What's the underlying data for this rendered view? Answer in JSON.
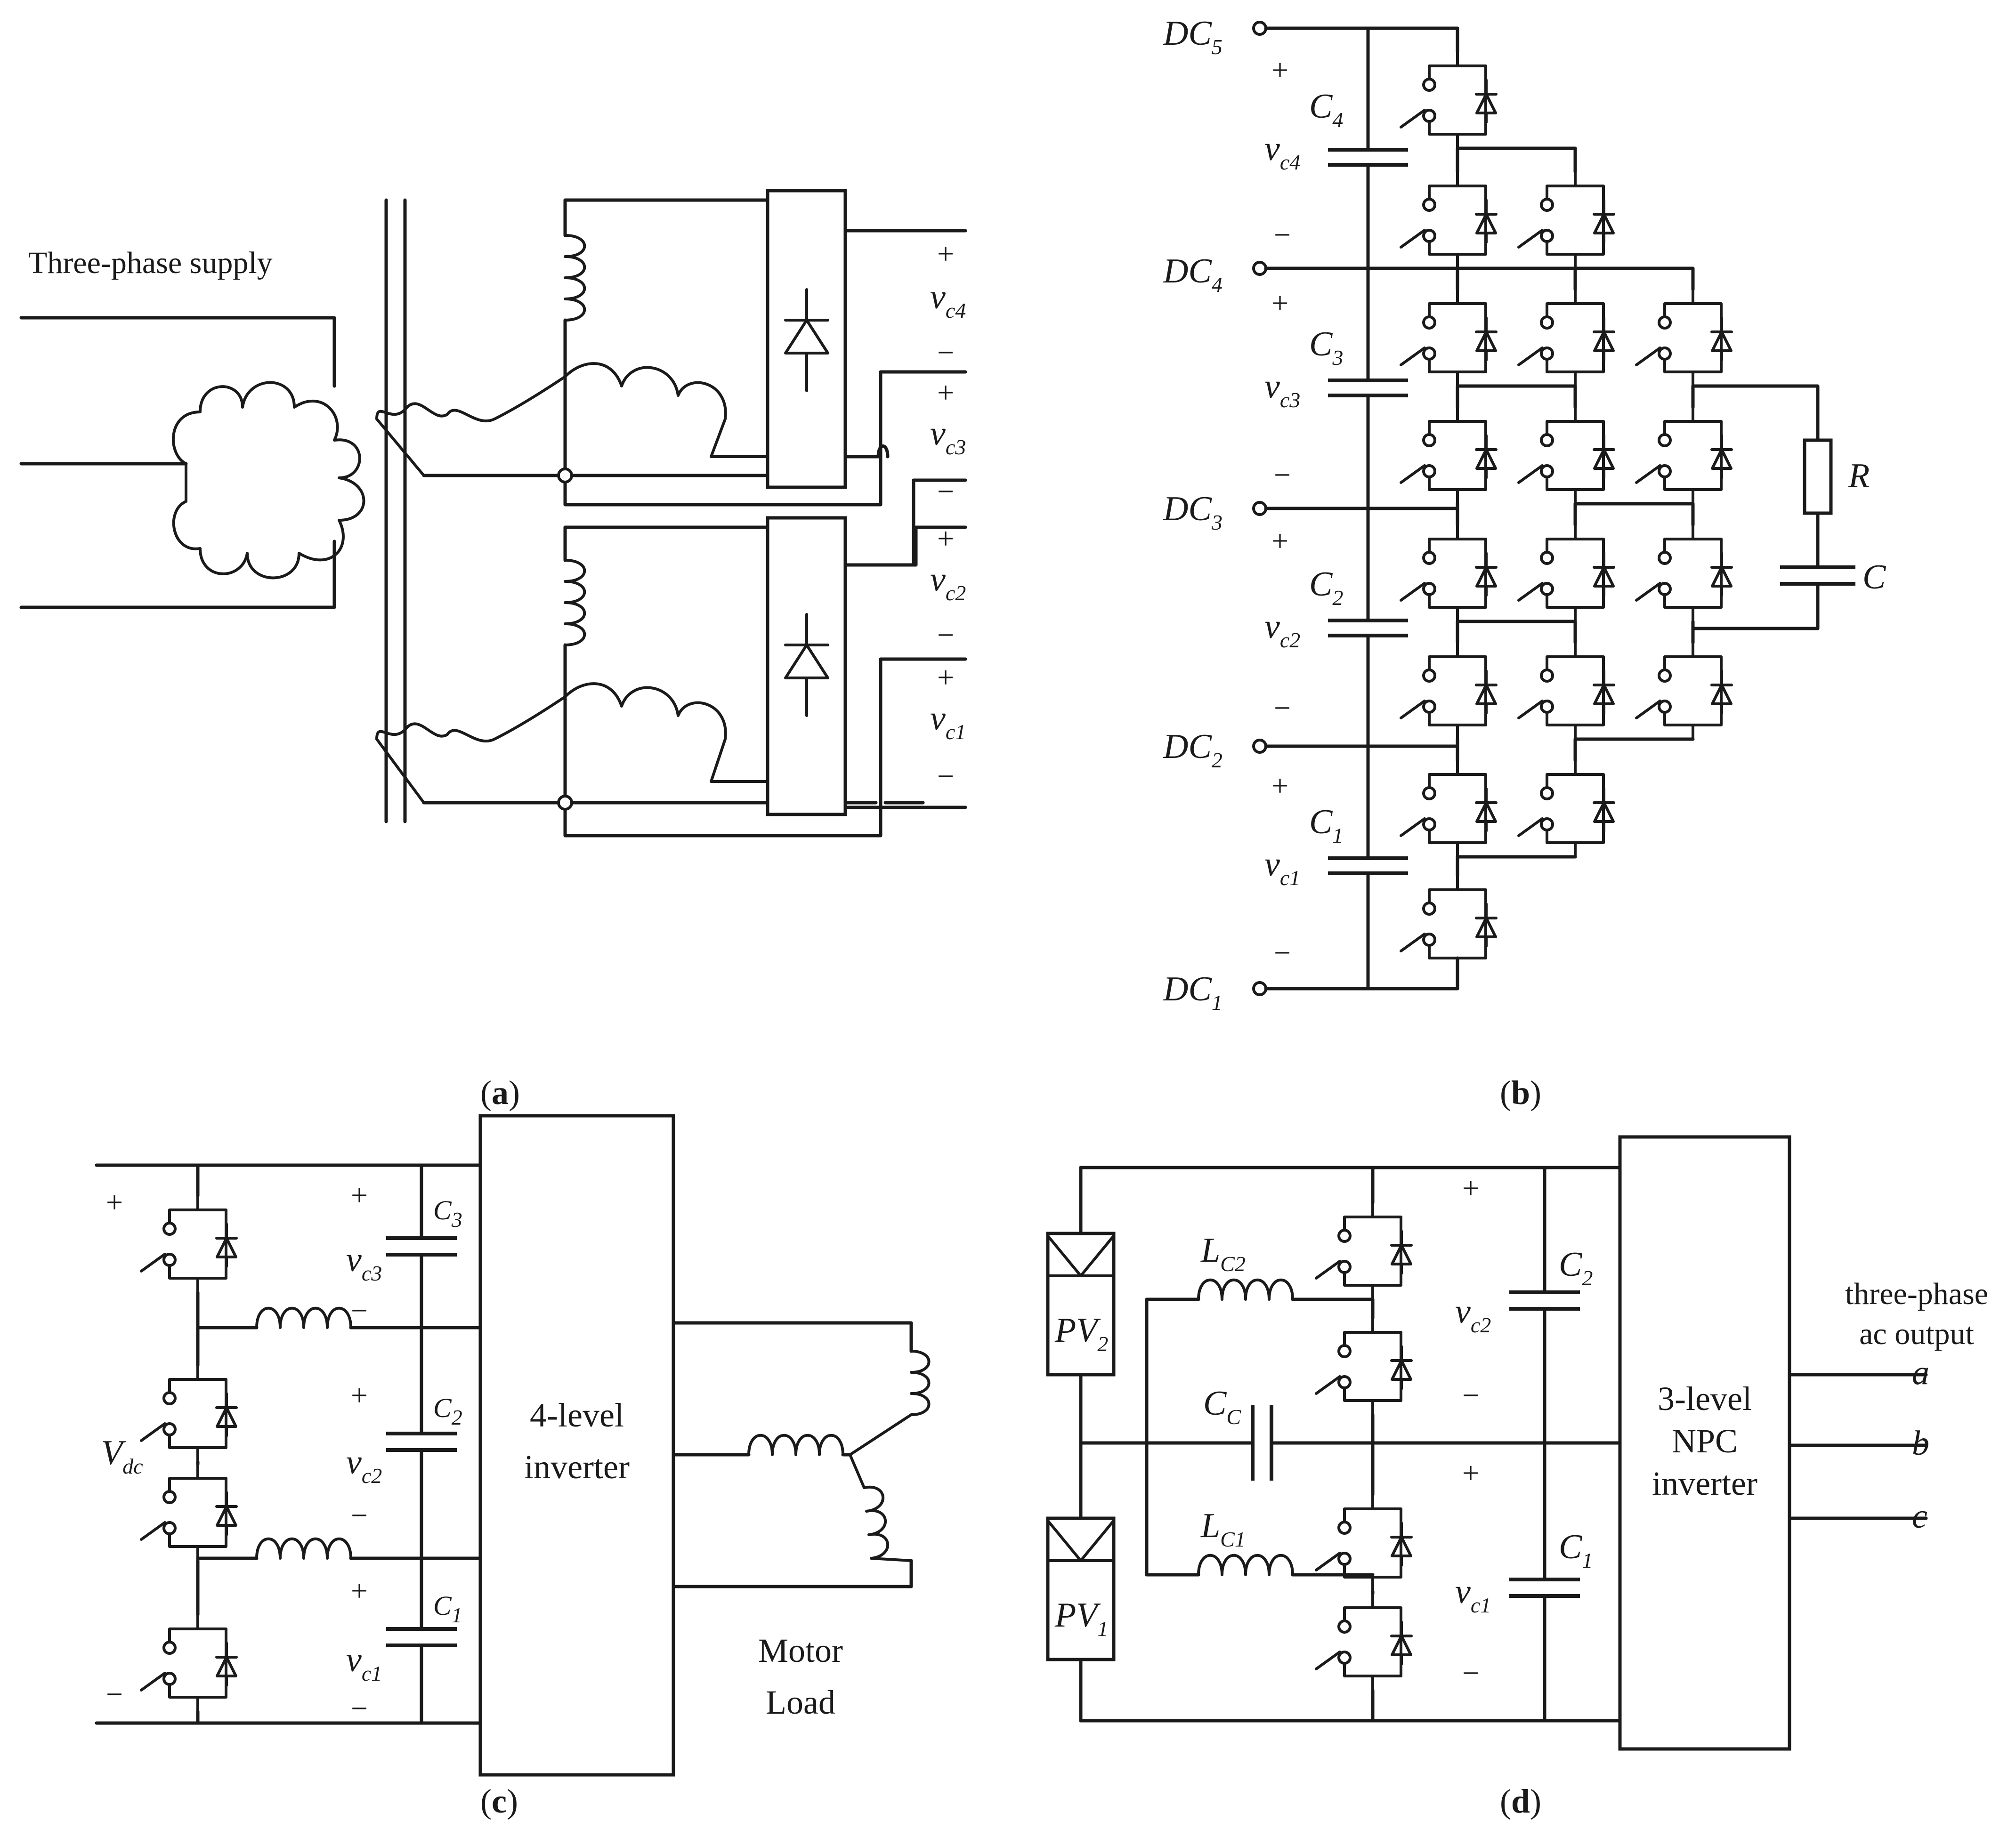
{
  "captions": {
    "a": "a",
    "b": "b",
    "c": "c",
    "d": "d"
  },
  "panel_a": {
    "supply_label": "Three-phase supply",
    "outputs": [
      {
        "var": "v",
        "sub": "c4",
        "plus": "+",
        "minus": "−"
      },
      {
        "var": "v",
        "sub": "c3",
        "plus": "+",
        "minus": "−"
      },
      {
        "var": "v",
        "sub": "c2",
        "plus": "+",
        "minus": "−"
      },
      {
        "var": "v",
        "sub": "c1",
        "plus": "+",
        "minus": "−"
      }
    ]
  },
  "panel_b": {
    "terminals": [
      {
        "name": "DC",
        "sub": "5"
      },
      {
        "name": "DC",
        "sub": "4"
      },
      {
        "name": "DC",
        "sub": "3"
      },
      {
        "name": "DC",
        "sub": "2"
      },
      {
        "name": "DC",
        "sub": "1"
      }
    ],
    "capacitors": [
      {
        "name": "C",
        "sub": "4",
        "vsub": "c4"
      },
      {
        "name": "C",
        "sub": "3",
        "vsub": "c3"
      },
      {
        "name": "C",
        "sub": "2",
        "vsub": "c2"
      },
      {
        "name": "C",
        "sub": "1",
        "vsub": "c1"
      }
    ],
    "r_label": "R",
    "c_label": "C",
    "plus": "+",
    "minus": "−"
  },
  "panel_c": {
    "vdc": "V",
    "vdc_sub": "dc",
    "plus": "+",
    "minus": "−",
    "capacitors": [
      {
        "name": "C",
        "sub": "3",
        "vsub": "c3"
      },
      {
        "name": "C",
        "sub": "2",
        "vsub": "c2"
      },
      {
        "name": "C",
        "sub": "1",
        "vsub": "c1"
      }
    ],
    "inverter_line1": "4-level",
    "inverter_line2": "inverter",
    "load_line1": "Motor",
    "load_line2": "Load"
  },
  "panel_d": {
    "pv2": "PV",
    "pv2_sub": "2",
    "pv1": "PV",
    "pv1_sub": "1",
    "lc2": "L",
    "lc2_sub": "C2",
    "lc1": "L",
    "lc1_sub": "C1",
    "cc": "C",
    "cc_sub": "C",
    "c2": "C",
    "c2_sub": "2",
    "vc2_sub": "c2",
    "c1": "C",
    "c1_sub": "1",
    "vc1_sub": "c1",
    "plus": "+",
    "minus": "−",
    "inv_line1": "3-level",
    "inv_line2": "NPC",
    "inv_line3": "inverter",
    "out_line1": "three-phase",
    "out_line2": "ac output",
    "phases": [
      "a",
      "b",
      "c"
    ]
  }
}
